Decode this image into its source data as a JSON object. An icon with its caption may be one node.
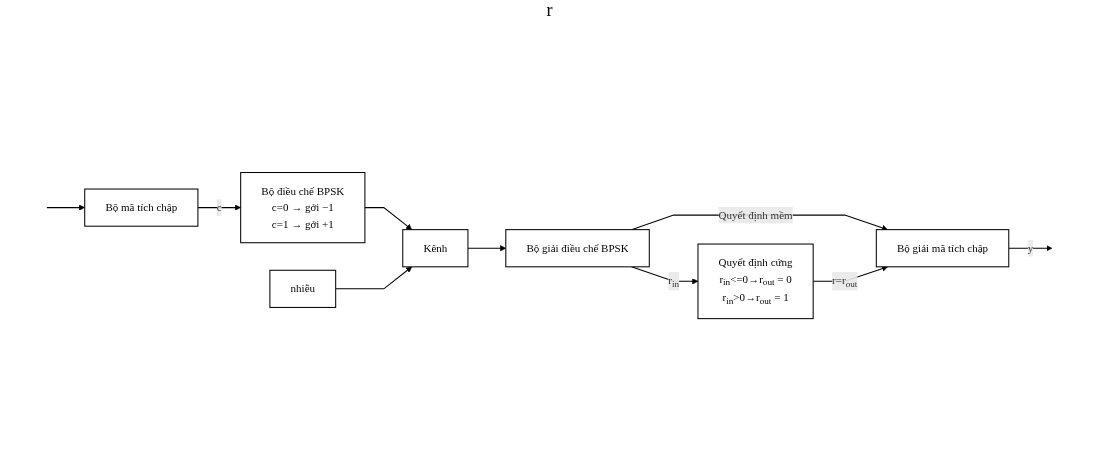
{
  "diagram": {
    "nodes": [
      {
        "text": [
          "Bộ mã tích chập"
        ]
      },
      {
        "text": [
          "Bộ điều chế BPSK",
          "c=0 → gởi −1",
          "c=1 → gởi +1"
        ]
      },
      {
        "text": [
          "Kênh"
        ]
      },
      {
        "text": [
          "Bộ giải điều chế BPSK"
        ]
      },
      {
        "text": [
          "Quyết định cứng",
          "r$_{in}$<=0→r$_{out}$ = 0",
          "r$_{in}$>0→r$_{out}$ = 1"
        ]
      },
      {
        "text": [
          "Bộ giải mã tích chập"
        ]
      },
      {
        "text": [
          "nhiễu"
        ]
      }
    ],
    "edges": [
      {
        "from": null,
        "to": 0,
        "arrow": "to"
      },
      {
        "from": 0,
        "to": 1,
        "arrow": "to",
        "label": "c"
      },
      {
        "from": 1,
        "to": 2,
        "arrow": "to"
      },
      {
        "from": 6,
        "to": 2,
        "arrow": "to"
      },
      {
        "from": 2,
        "to": 3,
        "arrow": "to"
      },
      {
        "from": 3,
        "to": 5,
        "arrow": "to",
        "label": "Quyết định mềm"
      },
      {
        "from": 3,
        "to": 4,
        "arrow": "to",
        "label": "r$_{in}$"
      },
      {
        "from": 4,
        "to": 5,
        "arrow": "to",
        "label": "r=r$_{out}$"
      },
      {
        "from": 5,
        "to": null,
        "arrow": "to",
        "label": "y"
      }
    ],
    "labels": [
      "r"
    ]
  }
}
